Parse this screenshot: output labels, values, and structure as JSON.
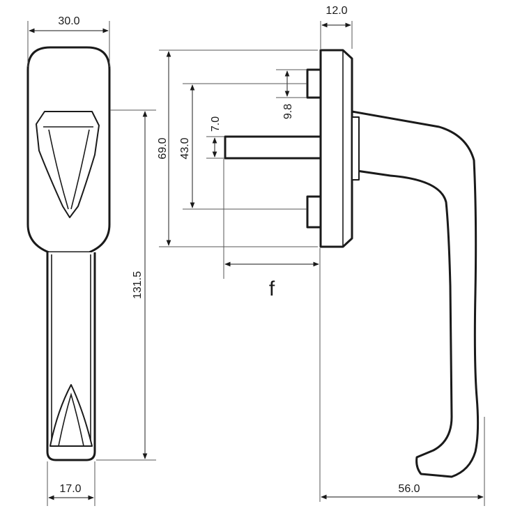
{
  "dimensions": {
    "top_width": "30.0",
    "plate_depth": "12.0",
    "base_height": "69.0",
    "screw_spacing": "43.0",
    "screw_diameter": "9.8",
    "spindle_size": "7.0",
    "spindle_length": "f",
    "handle_length": "131.5",
    "handle_width": "17.0",
    "projection": "56.0"
  }
}
